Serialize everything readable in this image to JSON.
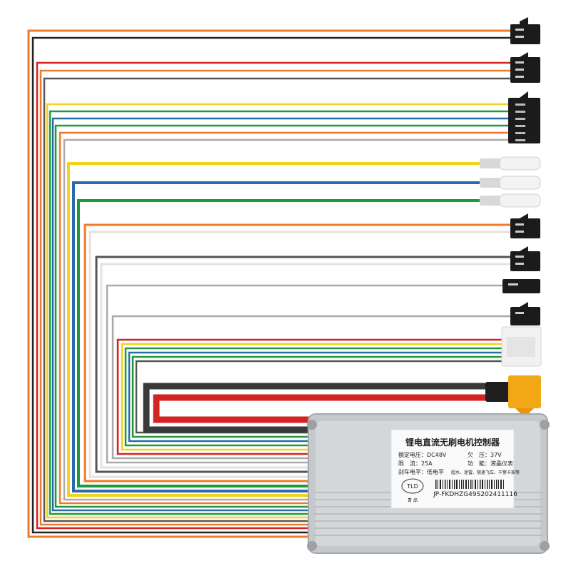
{
  "label": {
    "title": "锂电直流无刷电机控制器",
    "rated_voltage": "额定电压：DC48V",
    "undervoltage": "欠　压：37V",
    "current_limit": "限　流：25A",
    "function": "功　能：液晶仪表",
    "brake_level": "刹车电平：低电平",
    "features": "超水、迷雷、限速飞车、干警卡架等",
    "logo": "TLD",
    "logo_sub": "青 品",
    "serial": "JP-FKDHZG49S202411116"
  },
  "colors": {
    "background": "#ffffff",
    "housing": "#c9cccf",
    "housing_dark": "#8f9396",
    "connector_black": "#1b1b1b",
    "connector_white": "#f1f1f1",
    "xt60": "#f2a716",
    "wire_red": "#d42323",
    "wire_black": "#3a3a3a",
    "wire_orange": "#f07a2a",
    "wire_yellow": "#f2d21d",
    "wire_green": "#1f9a3a",
    "wire_blue": "#2a6aa8",
    "wire_white": "#e8e8e8",
    "wire_gray": "#9a9a9a"
  }
}
